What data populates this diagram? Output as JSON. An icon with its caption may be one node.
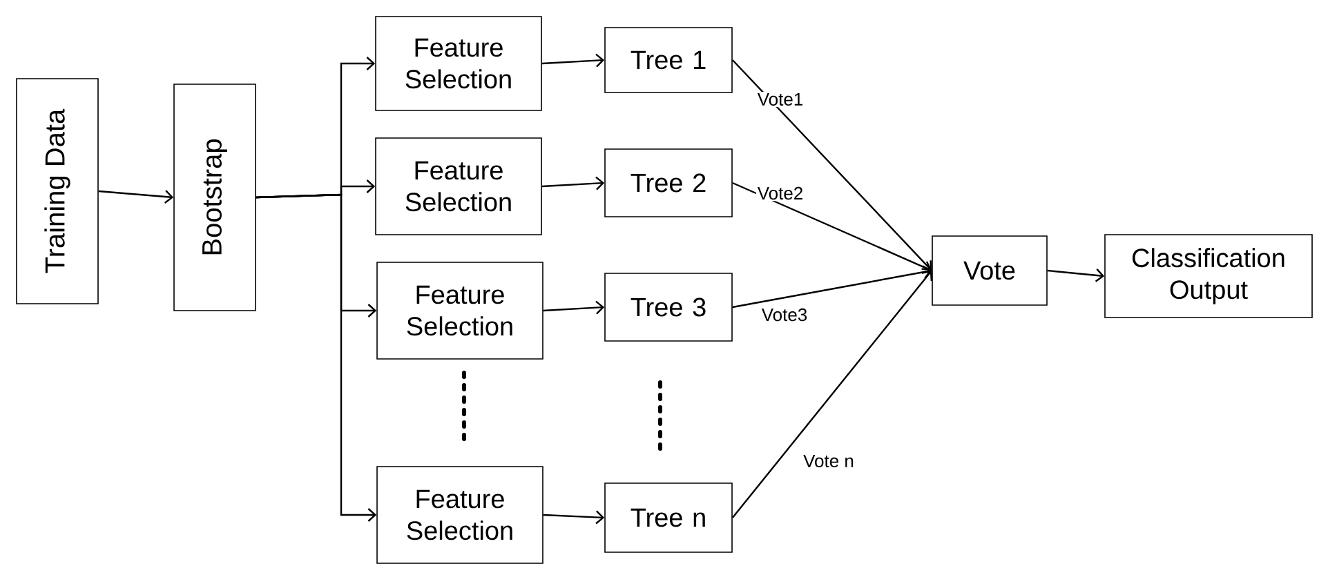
{
  "diagram": {
    "nodes": [
      {
        "text": [
          "Training Data"
        ]
      },
      {
        "text": [
          "Bootstrap"
        ]
      },
      {
        "text": [
          "Feature Selection"
        ]
      },
      {
        "text": [
          "Feature Selection"
        ]
      },
      {
        "text": [
          "Feature Selection"
        ]
      },
      {
        "text": [
          "Feature Selection"
        ]
      },
      {
        "text": [
          "Tree 1"
        ]
      },
      {
        "text": [
          "Tree 2"
        ]
      },
      {
        "text": [
          "Tree 3"
        ]
      },
      {
        "text": [
          "Tree n"
        ]
      },
      {
        "text": [
          "Vote"
        ]
      },
      {
        "text": [
          "Classification Output"
        ]
      }
    ],
    "edges": [
      {
        "from": 0,
        "to": 1,
        "arrow": "to"
      },
      {
        "from": 1,
        "to": 2,
        "arrow": "to"
      },
      {
        "from": 1,
        "to": 3,
        "arrow": "to"
      },
      {
        "from": 1,
        "to": 4,
        "arrow": "to"
      },
      {
        "from": 1,
        "to": 5,
        "arrow": "to"
      },
      {
        "from": 2,
        "to": 6,
        "arrow": "to"
      },
      {
        "from": 3,
        "to": 7,
        "arrow": "to"
      },
      {
        "from": 4,
        "to": 8,
        "arrow": "to"
      },
      {
        "from": 5,
        "to": 9,
        "arrow": "to"
      },
      {
        "from": 6,
        "to": 10,
        "arrow": "to",
        "label": "Vote1"
      },
      {
        "from": 7,
        "to": 10,
        "arrow": "to",
        "label": "Vote2"
      },
      {
        "from": 8,
        "to": 10,
        "arrow": "to",
        "label": "Vote3"
      },
      {
        "from": 9,
        "to": 10,
        "arrow": "to",
        "label": "Vote n"
      },
      {
        "from": 10,
        "to": 11,
        "arrow": "to"
      }
    ]
  }
}
